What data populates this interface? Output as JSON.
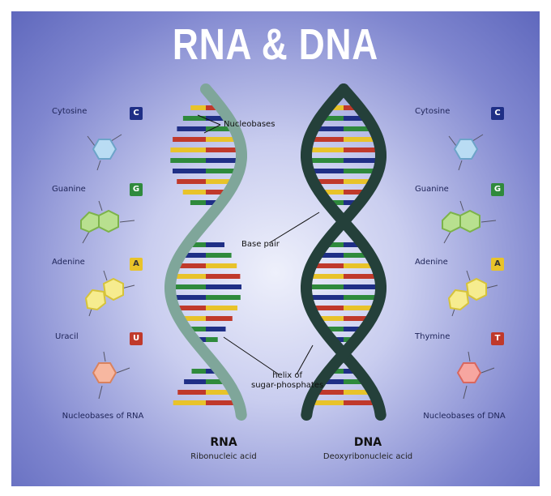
{
  "title": "RNA & DNA",
  "colors": {
    "cytosine": "#1f2f86",
    "guanine": "#2f8a3c",
    "adenine": "#e8c32a",
    "uracil": "#c0392b",
    "thymine": "#c0392b",
    "rna_backbone": "#7fa69a",
    "dna_backbone": "#24403a"
  },
  "left": {
    "bases": [
      {
        "name": "Cytosine",
        "letter": "C",
        "icon": "cytosine-molecule-icon"
      },
      {
        "name": "Guanine",
        "letter": "G",
        "icon": "guanine-molecule-icon"
      },
      {
        "name": "Adenine",
        "letter": "A",
        "icon": "adenine-molecule-icon"
      },
      {
        "name": "Uracil",
        "letter": "U",
        "icon": "uracil-molecule-icon"
      }
    ],
    "caption": "Nucleobases of RNA"
  },
  "right": {
    "bases": [
      {
        "name": "Cytosine",
        "letter": "C",
        "icon": "cytosine-molecule-icon"
      },
      {
        "name": "Guanine",
        "letter": "G",
        "icon": "guanine-molecule-icon"
      },
      {
        "name": "Adenine",
        "letter": "A",
        "icon": "adenine-molecule-icon"
      },
      {
        "name": "Thymine",
        "letter": "T",
        "icon": "thymine-molecule-icon"
      }
    ],
    "caption": "Nucleobases of DNA"
  },
  "annotations": {
    "nucleobases": "Nucleobases",
    "base_pair": "Base pair",
    "helix_backbone_line1": "helix of",
    "helix_backbone_line2": "sugar-phosphates"
  },
  "rna": {
    "title": "RNA",
    "subtitle": "Ribonucleic acid"
  },
  "dna": {
    "title": "DNA",
    "subtitle": "Deoxyribonucleic acid"
  }
}
